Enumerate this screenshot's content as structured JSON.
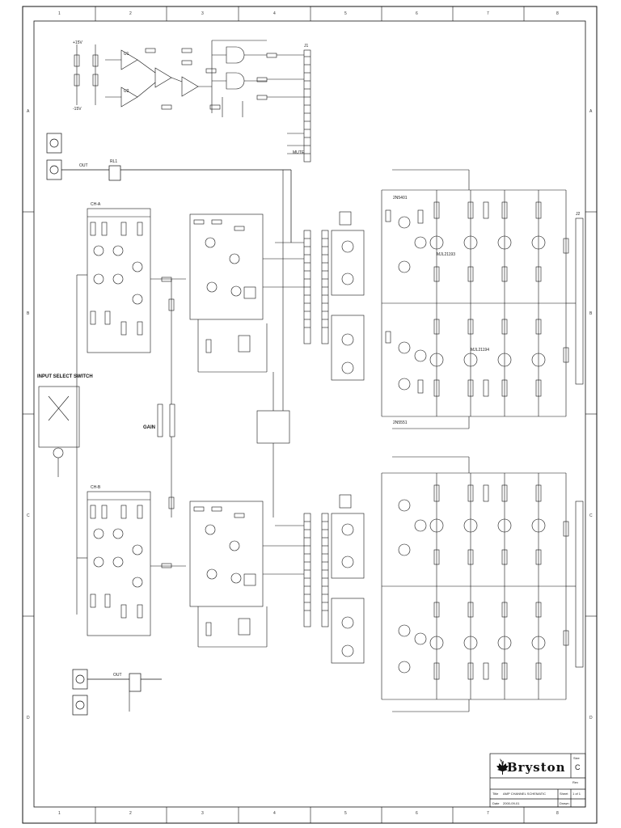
{
  "sheet": {
    "col_ticks": [
      "1",
      "2",
      "3",
      "4",
      "5",
      "6",
      "7",
      "8"
    ],
    "row_ticks": [
      "A",
      "B",
      "C",
      "D"
    ]
  },
  "labels": {
    "input_select": "INPUT SELECT SWITCH",
    "gain": "GAIN",
    "out_top": "OUT",
    "out_bottom": "OUT",
    "vcc_a": "+15V",
    "vee_a": "-15V",
    "mute": "MUTE",
    "j1": "J1",
    "j2": "J2",
    "rl1": "RL1",
    "u1": "U1",
    "u2": "U2",
    "q_left": "2N5401",
    "q_right": "2N5551",
    "mje_a": "MJL21193",
    "mje_b": "MJL21194",
    "ch_a": "CH-A",
    "ch_b": "CH-B"
  },
  "title_block": {
    "company": "Bryston",
    "size_label": "Size",
    "size_value": "C",
    "rev_label": "Rev",
    "title_label": "Title",
    "title_value": "AMP CHANNEL SCHEMATIC",
    "date_label": "Date",
    "date_value": "2000-09-01",
    "sheet_label": "Sheet",
    "sheet_value": "1 of 1",
    "drawn_label": "Drawn"
  }
}
